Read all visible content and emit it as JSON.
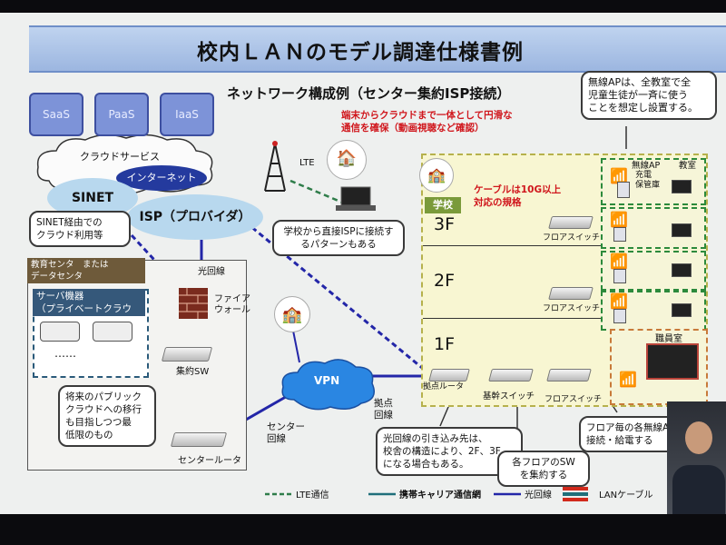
{
  "title": "校内ＬＡＮのモデル調達仕様書例",
  "subtitle": "ネットワーク構成例（センター集約ISP接続）",
  "clouds": {
    "saas": "SaaS",
    "paas": "PaaS",
    "iaas": "IaaS",
    "cloud_service": "クラウドサービス",
    "internet": "インターネット"
  },
  "sinet": "SINET",
  "isp": "ISP（プロバイダ）",
  "lte": "LTE",
  "callouts": {
    "sinet_cloud": "SINET経由での\nクラウド利用等",
    "direct_isp": "学校から直接ISPに接続す\nるパターンもある",
    "wireless_ap": "無線APは、全教室で全\n児童生徒が一斉に使う\nことを想定し設置する。",
    "public_cloud": "将来のパブリック\nクラウドへの移行\nも目指しつつ最\n低限のもの",
    "fiber_entry": "光回線の引き込み先は、\n校舎の構造により、2F、3F\nになる場合もある。",
    "aggregate_sw": "各フロアのSW\nを集約する",
    "per_floor_ap": "フロア毎の各無線AP\n接続・給電する"
  },
  "red_notes": {
    "smooth": "端末からクラウドまで一体として円滑な\n通信を確保（動画視聴など確認）",
    "cable": "ケーブルは10G以上\n対応の規格"
  },
  "center": {
    "label": "教育センタ　または\nデータセンタ",
    "server": "サーバ機器\n（プライベートクラウド）",
    "ellipsis": "……",
    "firewall": "ファイア\nウォール",
    "aggregate_sw": "集約SW",
    "center_router": "センタールータ"
  },
  "links": {
    "fiber": "光回線",
    "center_line": "センター\n回線",
    "base_line": "拠点\n回線"
  },
  "vpn": "VPN",
  "school": {
    "label": "学校",
    "floors": [
      "3F",
      "2F",
      "1F"
    ],
    "floor_switch": "フロアスイッチ",
    "base_router": "拠点ルータ",
    "core_switch": "基幹スイッチ",
    "wireless_ap": "無線AP",
    "classroom": "教室",
    "charging": "充電\n保管庫",
    "staff_room": "職員室"
  },
  "legend": {
    "lte": "LTE通信",
    "carrier": "携帯キャリア通信網",
    "fiber": "光回線",
    "lan": "LANケーブル"
  },
  "colors": {
    "lte": "#2f7d4a",
    "carrier": "#1f6f7a",
    "fiber": "#2326a8",
    "lan_red": "#d12a1c",
    "banner": "#9cb6e0",
    "note_red": "#d0161c"
  }
}
